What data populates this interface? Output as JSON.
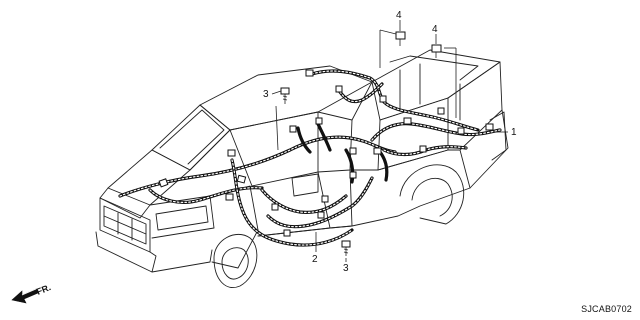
{
  "diagram": {
    "callouts": [
      {
        "id": "1",
        "label": "1"
      },
      {
        "id": "2",
        "label": "2"
      },
      {
        "id": "3a",
        "label": "3"
      },
      {
        "id": "3b",
        "label": "3"
      },
      {
        "id": "4a",
        "label": "4"
      },
      {
        "id": "4b",
        "label": "4"
      }
    ],
    "direction_label": "FR.",
    "diagram_code": "SJCAB0702"
  },
  "colors": {
    "line": "#111111",
    "background": "#ffffff"
  },
  "icons": {
    "front_arrow": "front-direction-arrow-icon",
    "bolt": "bolt-icon"
  }
}
